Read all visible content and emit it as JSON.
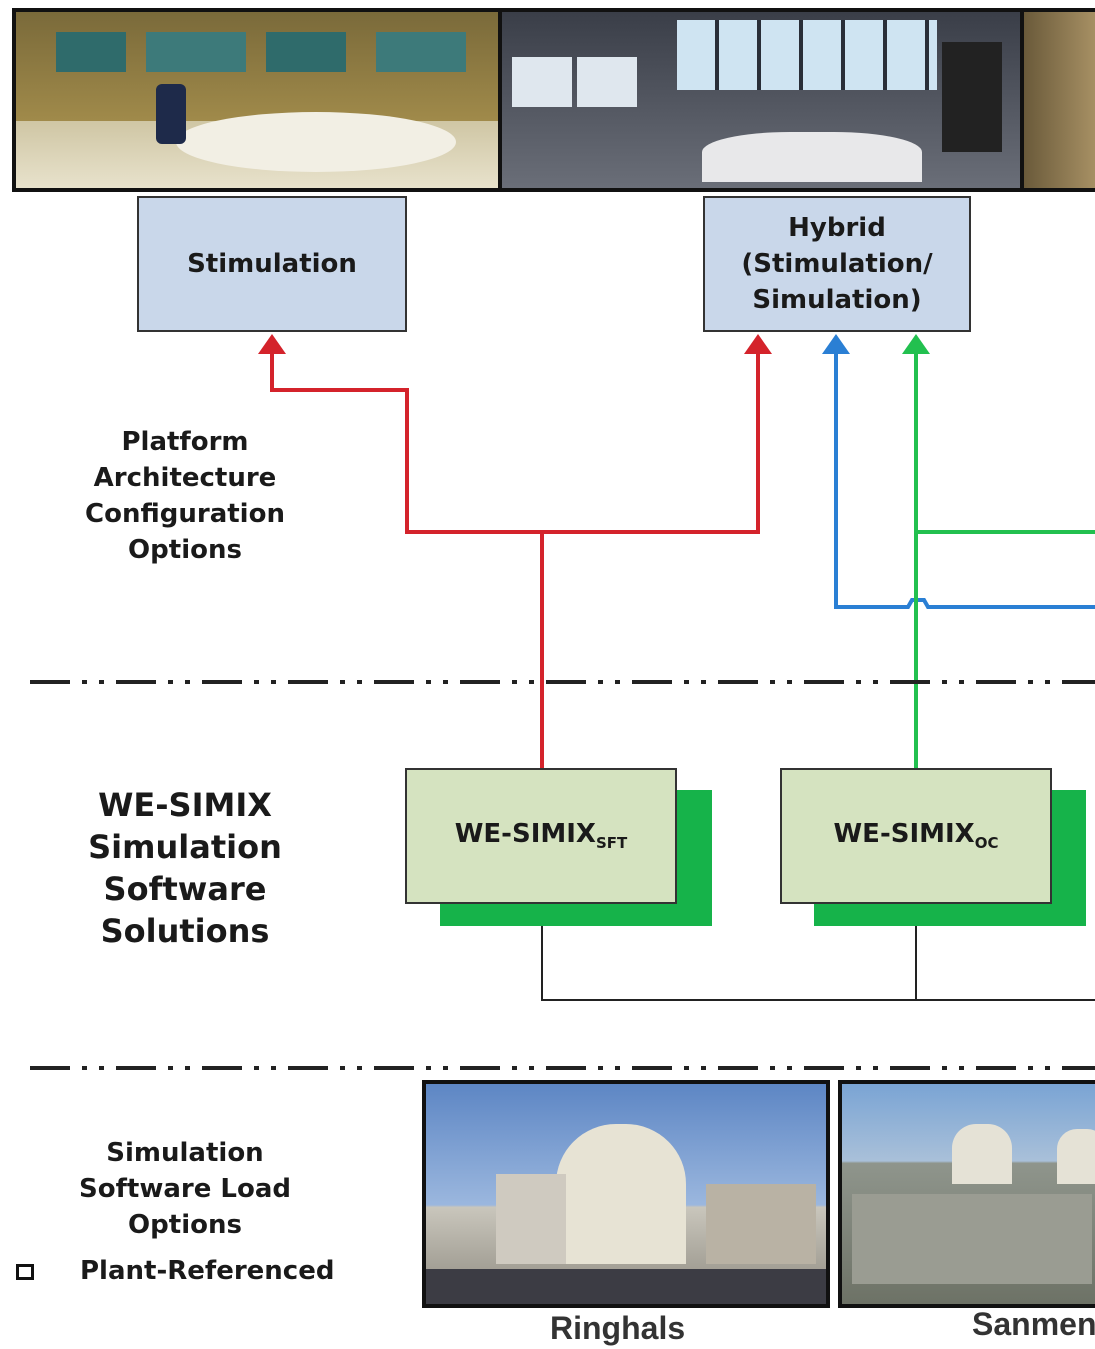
{
  "top_photos": [
    {
      "name": "control-room-stimulation-photo"
    },
    {
      "name": "control-room-hybrid-photo"
    },
    {
      "name": "control-room-third-photo"
    }
  ],
  "boxes": {
    "stimulation": "Stimulation",
    "hybrid": "Hybrid\n(Stimulation/\nSimulation)"
  },
  "sections": {
    "platform": "Platform\nArchitecture\nConfiguration\nOptions",
    "software": "WE-SIMIX\nSimulation\nSoftware\nSolutions",
    "load": "Simulation\nSoftware Load\nOptions"
  },
  "software_boxes": [
    {
      "main": "WE-SIMIX",
      "sub": "SFT"
    },
    {
      "main": "WE-SIMIX",
      "sub": "OC"
    }
  ],
  "legend": {
    "checkbox_label": "Plant-Referenced"
  },
  "plants": [
    {
      "caption": "Ringhals"
    },
    {
      "caption": "Sanmen"
    }
  ],
  "colors": {
    "red": "#d4232b",
    "green": "#22c04f",
    "blue": "#2a7fd4",
    "shadow": "#16b34a"
  }
}
